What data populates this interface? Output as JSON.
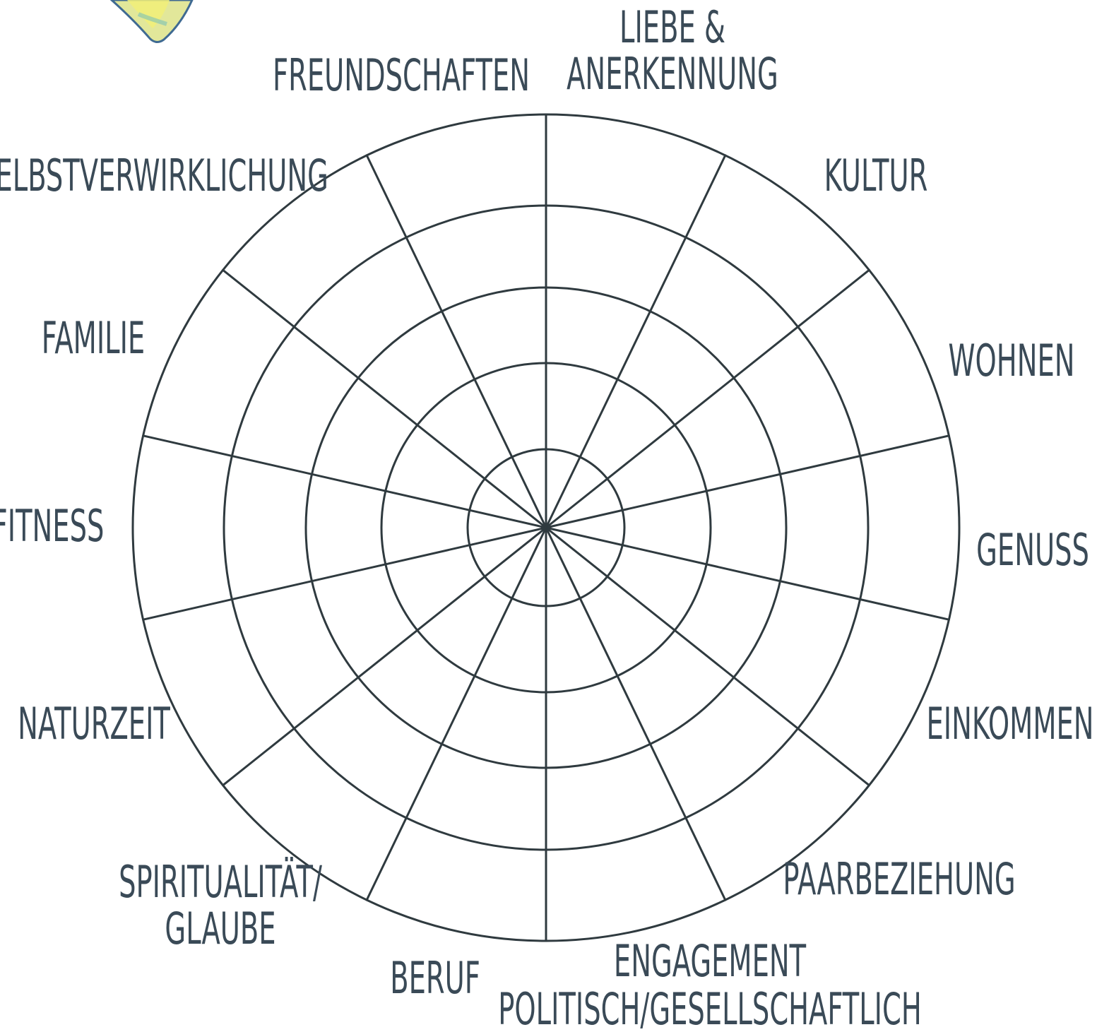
{
  "diagram": {
    "type": "life-wheel",
    "rings": 5,
    "line_color": "#2f3a3f",
    "label_color": "#3a4a57",
    "segments": [
      {
        "key": "liebe",
        "lines": [
          "LIEBE &",
          "ANERKENNUNG"
        ]
      },
      {
        "key": "kultur",
        "lines": [
          "KULTUR"
        ]
      },
      {
        "key": "wohnen",
        "lines": [
          "WOHNEN"
        ]
      },
      {
        "key": "genuss",
        "lines": [
          "GENUSS"
        ]
      },
      {
        "key": "einkommen",
        "lines": [
          "EINKOMMEN"
        ]
      },
      {
        "key": "paar",
        "lines": [
          "PAARBEZIEHUNG"
        ]
      },
      {
        "key": "engagement",
        "lines": [
          "ENGAGEMENT",
          "POLITISCH/GESELLSCHAFTLICH"
        ]
      },
      {
        "key": "beruf",
        "lines": [
          "BERUF"
        ]
      },
      {
        "key": "spiritualitaet",
        "lines": [
          "SPIRITUALITÄT/",
          "GLAUBE"
        ]
      },
      {
        "key": "naturzeit",
        "lines": [
          "NATURZEIT"
        ]
      },
      {
        "key": "fitness",
        "lines": [
          "FITNESS"
        ]
      },
      {
        "key": "familie",
        "lines": [
          "FAMILIE"
        ]
      },
      {
        "key": "selbst",
        "lines": [
          "SELBSTVERWIRKLICHUNG"
        ]
      },
      {
        "key": "freund",
        "lines": [
          "FREUNDSCHAFTEN"
        ]
      }
    ]
  }
}
